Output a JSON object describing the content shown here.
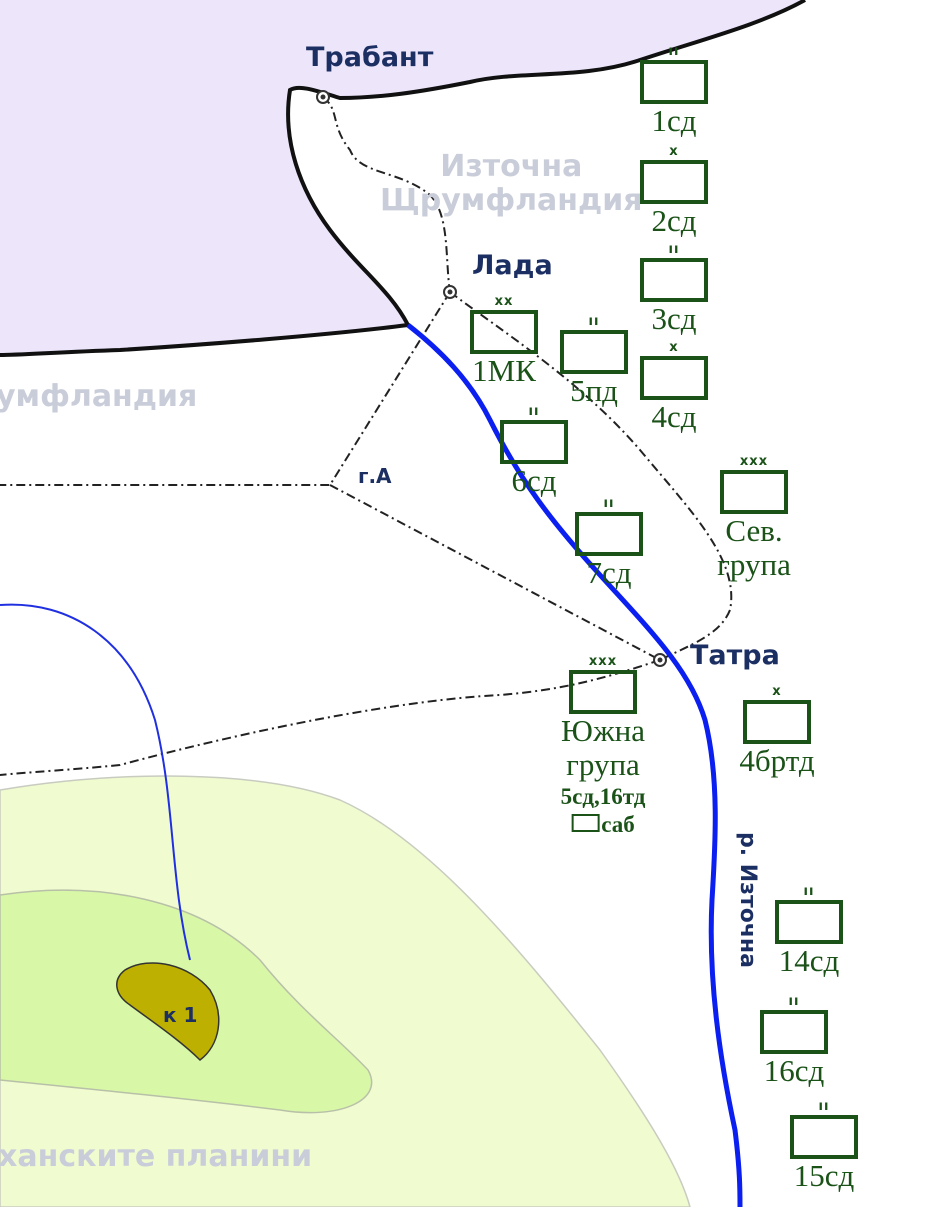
{
  "places": {
    "trabant": "Трабант",
    "lada": "Лада",
    "tatra": "Татра",
    "ga": "г.А",
    "k1": "к 1"
  },
  "regions": {
    "east_line1": "Източна",
    "east_line2": "Щрумфландия",
    "west": "умфландия",
    "mountains": "ханските планини"
  },
  "river": "р. Източна",
  "units": [
    {
      "id": "1sd",
      "label": "1сд",
      "echelon": "ıı"
    },
    {
      "id": "2sd",
      "label": "2сд",
      "echelon": "x"
    },
    {
      "id": "3sd",
      "label": "3сд",
      "echelon": "ıı"
    },
    {
      "id": "4sd",
      "label": "4сд",
      "echelon": "x"
    },
    {
      "id": "1mk",
      "label": "1МК",
      "echelon": "xx"
    },
    {
      "id": "5pd",
      "label": "5пд",
      "echelon": "ıı"
    },
    {
      "id": "6sd",
      "label": "6сд",
      "echelon": "ıı"
    },
    {
      "id": "7sd",
      "label": "7сд",
      "echelon": "ıı"
    },
    {
      "id": "sev",
      "label": "Сев.",
      "label2": "група",
      "echelon": "xxx"
    },
    {
      "id": "yuzh",
      "label": "Южна",
      "label2": "група",
      "label3": "5сд,16тд",
      "label4": "саб",
      "echelon": "xxx"
    },
    {
      "id": "4brtd",
      "label": "4бртд",
      "echelon": "x"
    },
    {
      "id": "14sd",
      "label": "14сд",
      "echelon": "ıı"
    },
    {
      "id": "16sd",
      "label": "16сд",
      "echelon": "ıı"
    },
    {
      "id": "15sd",
      "label": "15сд",
      "echelon": "ıı"
    }
  ],
  "colors": {
    "sea": "#ede6fb",
    "unit": "#1a5218",
    "river": "#0a1ff0",
    "low": "#f0fbd0",
    "mid": "#d8f8a8",
    "peak": "#bdb000"
  }
}
